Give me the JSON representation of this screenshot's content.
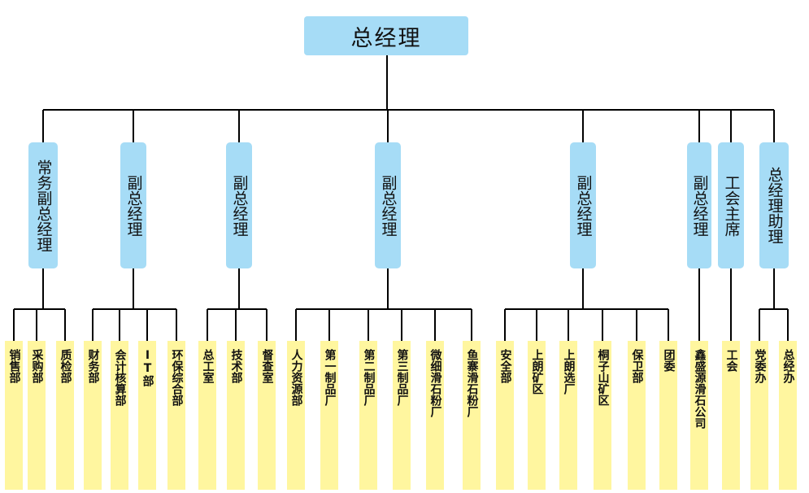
{
  "root": {
    "label": "总经理"
  },
  "managers": [
    {
      "label": "常务副总经理",
      "departments": [
        "销售部",
        "采购部",
        "质检部"
      ]
    },
    {
      "label": "副总经理",
      "departments": [
        "财务部",
        "会计核算部",
        "IT部",
        "环保综合部"
      ]
    },
    {
      "label": "副总经理",
      "departments": [
        "总工室",
        "技术部",
        "督查室"
      ]
    },
    {
      "label": "副总经理",
      "departments": [
        "人力资源部",
        "第一制品厂",
        "第二制品厂",
        "第三制品厂",
        "微细滑石粉厂",
        "鱼寨滑石粉厂"
      ]
    },
    {
      "label": "副总经理",
      "departments": [
        "安全部",
        "上朗矿区",
        "上朗选厂",
        "桐子山矿区",
        "保卫部",
        "团委"
      ]
    },
    {
      "label": "副总经理",
      "departments": [
        "鑫盛源滑石公司"
      ]
    },
    {
      "label": "工会主席",
      "departments": [
        "工会"
      ]
    },
    {
      "label": "总经理助理",
      "departments": [
        "党委办",
        "总经办"
      ]
    }
  ]
}
